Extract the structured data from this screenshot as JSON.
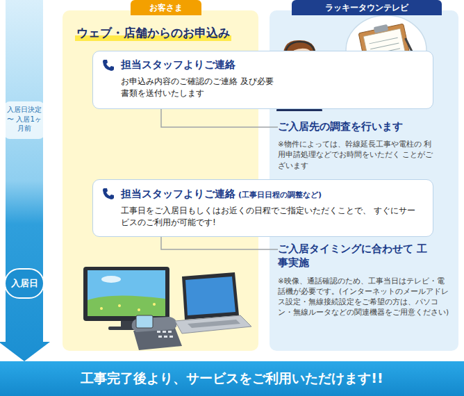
{
  "diagram": {
    "nodes": [
      {
        "text": [
          "入居日決定 〜 入居1ヶ月前"
        ]
      },
      {
        "text": [
          "入居日"
        ]
      },
      {
        "text": [
          "お客さま",
          "ウェブ・店舗からのお申込み"
        ]
      },
      {
        "text": [
          "ラッキータウンテレビ"
        ]
      },
      {
        "text": [
          "担当スタッフよりご連絡",
          "お申込み内容のご確認のご連絡 及び必要書類を送付いたします"
        ]
      },
      {
        "text": [
          "ご入居先の調査を行います",
          "※物件によっては、幹線延長工事や電柱の 利用申請処理などでお時間をいただく ことがございます"
        ],
        "in": 3
      },
      {
        "text": [
          "担当スタッフよりご連絡",
          "(工事日日程の調整など)",
          "工事日をご入居日もしくはお近くの日程でご指定いただくことで、 すぐにサービスのご利用が可能です!"
        ]
      },
      {
        "text": [
          "ご入居タイミングに合わせて 工事実施",
          "※映像、通話確認のため、工事当日はテレビ・電話機が必要です。(インターネットのメールアドレス設定・無線接続設定をご希望の方は、パソコン・無線ルータなどの関連機器をご用意ください)"
        ],
        "in": 3
      },
      {
        "text": [
          "工事完了後より、サービスをご利用いただけます!!"
        ]
      }
    ],
    "edges": [
      {
        "from": 4,
        "to": 5,
        "arrow": "none"
      },
      {
        "from": 6,
        "to": 7,
        "arrow": "none"
      }
    ]
  }
}
